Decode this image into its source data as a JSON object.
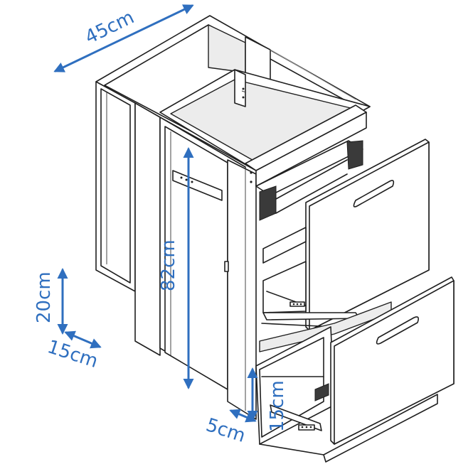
{
  "dimensions": {
    "width_label": "45cm",
    "height_label": "82cm",
    "depth_label": "20cm",
    "depth2_label": "15cm",
    "plinth_label": "5cm",
    "plinth_height_label": "15cm"
  },
  "colors": {
    "dimension": "#2f6fbf",
    "outline": "#1f1f1f",
    "background": "#ffffff"
  }
}
